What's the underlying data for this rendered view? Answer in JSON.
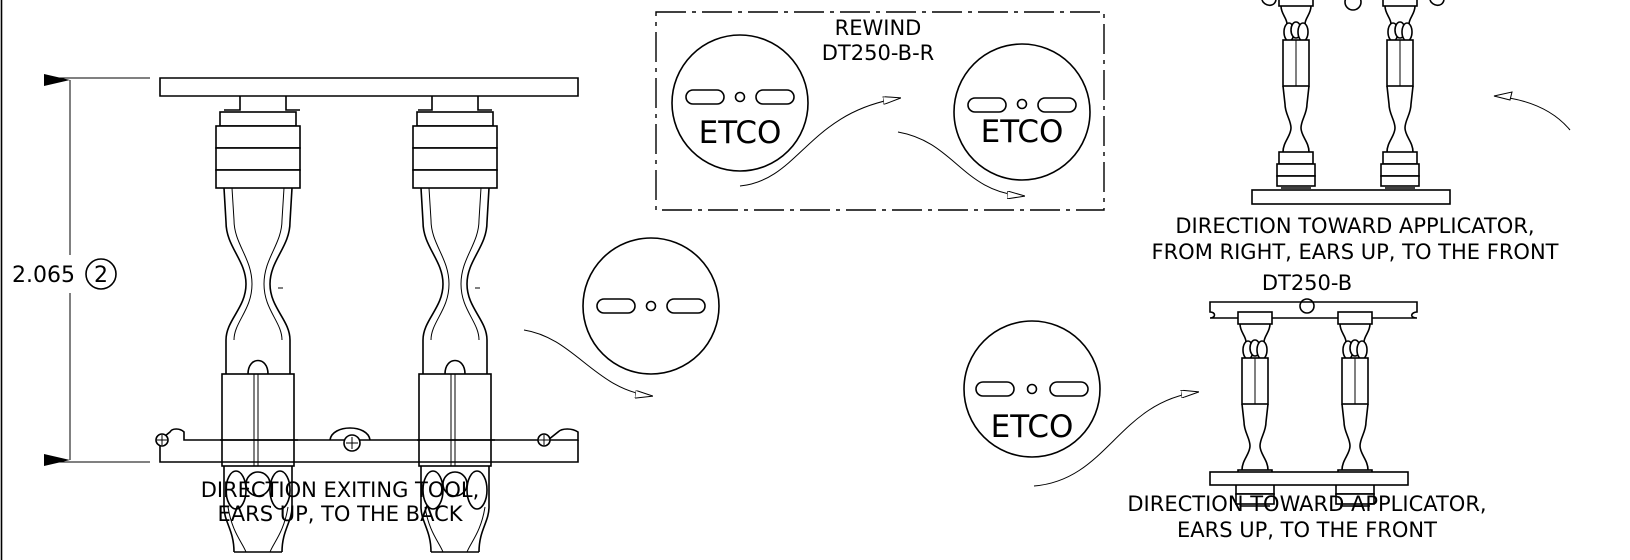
{
  "captions": {
    "exiting_line1": "DIRECTION EXITING TOOL,",
    "exiting_line2": "EARS UP, TO THE BACK",
    "rewind_title": "REWIND",
    "rewind_part": "DT250-B-R",
    "right_line1": "DIRECTION TOWARD APPLICATOR,",
    "right_line2": "FROM RIGHT, EARS UP, TO THE FRONT",
    "front_title": "DT250-B",
    "front_line1": "DIRECTION TOWARD APPLICATOR,",
    "front_line2": "EARS UP, TO THE FRONT"
  },
  "dimension": {
    "value": "2.065",
    "callout": "2"
  },
  "logo": {
    "text": "ETCO"
  }
}
